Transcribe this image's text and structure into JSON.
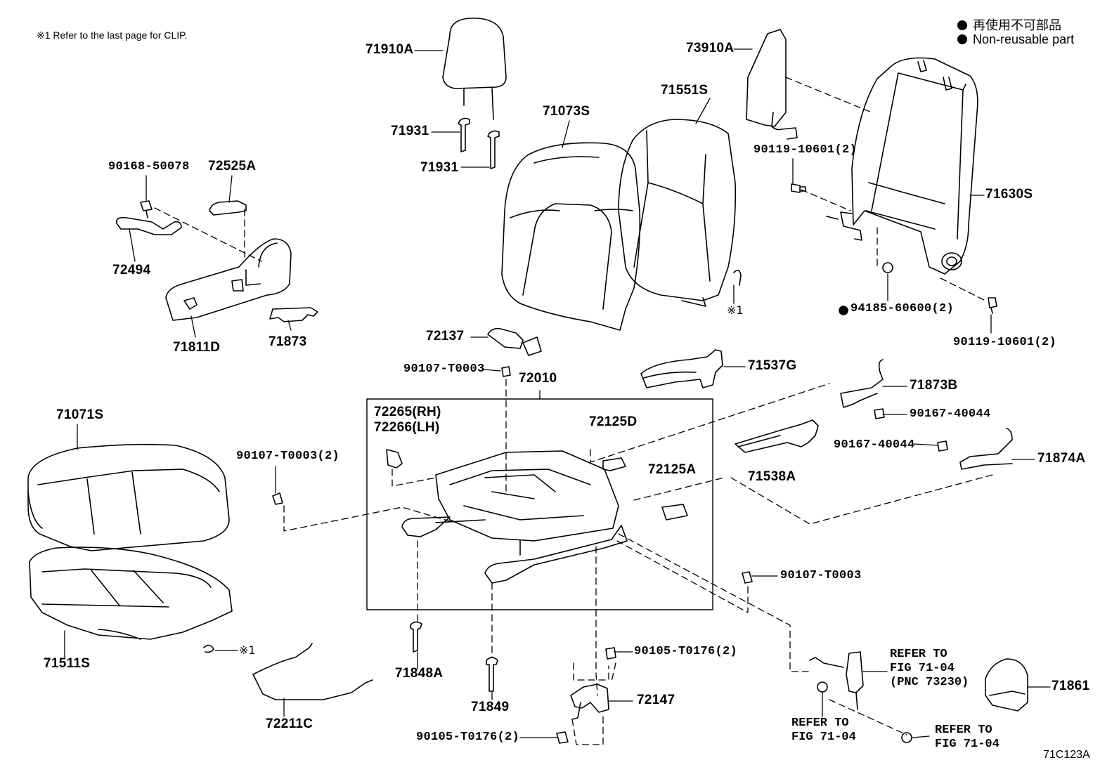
{
  "note": "※1 Refer to the last page for CLIP.",
  "legend": {
    "jp": "再使用不可部品",
    "en": "Non-reusable part"
  },
  "diagram_id": "71C123A",
  "clip_marker": "※1",
  "labels": {
    "p71910A": "71910A",
    "p73910A": "73910A",
    "p71551S": "71551S",
    "p71073S": "71073S",
    "p71931a": "71931",
    "p71931b": "71931",
    "p90168": "90168-50078",
    "p72525A": "72525A",
    "p72494": "72494",
    "p71811D": "71811D",
    "p71873": "71873",
    "p90119a": "90119-10601(2)",
    "p71630S": "71630S",
    "p94185": "94185-60600(2)",
    "p90119b": "90119-10601(2)",
    "p72137": "72137",
    "p90107a": "90107-T0003",
    "p72010": "72010",
    "p71537G": "71537G",
    "p71873B": "71873B",
    "p90167a": "90167-40044",
    "p90167b": "90167-40044",
    "p71874A": "71874A",
    "p71071S": "71071S",
    "p72265": "72265(RH)",
    "p72266": "72266(LH)",
    "p72125D": "72125D",
    "p72125A": "72125A",
    "p71538A": "71538A",
    "p90107b": "90107-T0003(2)",
    "p90107c": "90107-T0003",
    "p71511S": "71511S",
    "p71848A": "71848A",
    "p71849": "71849",
    "p90105a": "90105-T0176(2)",
    "p90105b": "90105-T0176(2)",
    "p72147": "72147",
    "p72211C": "72211C",
    "p71861": "71861"
  },
  "refs": {
    "r1": [
      "REFER TO",
      "FIG 71-04",
      "(PNC 73230)"
    ],
    "r2": [
      "REFER TO",
      "FIG 71-04"
    ],
    "r3": [
      "REFER TO",
      "FIG 71-04"
    ]
  }
}
